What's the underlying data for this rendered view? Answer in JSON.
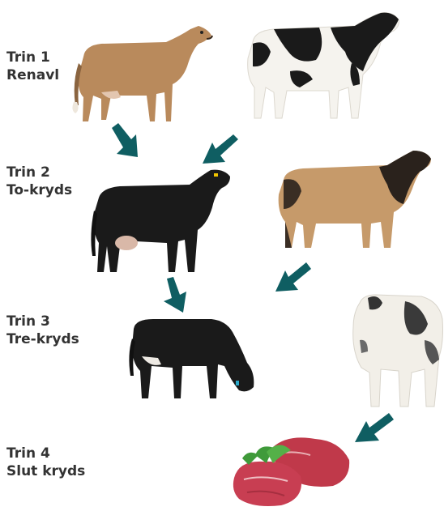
{
  "steps": [
    {
      "number": "Trin 1",
      "name": "Renavl"
    },
    {
      "number": "Trin 2",
      "name": "To-kryds"
    },
    {
      "number": "Trin 3",
      "name": "Tre-kryds"
    },
    {
      "number": "Trin 4",
      "name": "Slut kryds"
    }
  ],
  "colors": {
    "arrow": "#0f5e62",
    "label_text": "#333333",
    "jersey_brown": "#b98a5c",
    "black": "#1a1a1a",
    "white": "#f5f3ee",
    "meat_red": "#c0394a",
    "herb_green": "#3f9a3a"
  }
}
